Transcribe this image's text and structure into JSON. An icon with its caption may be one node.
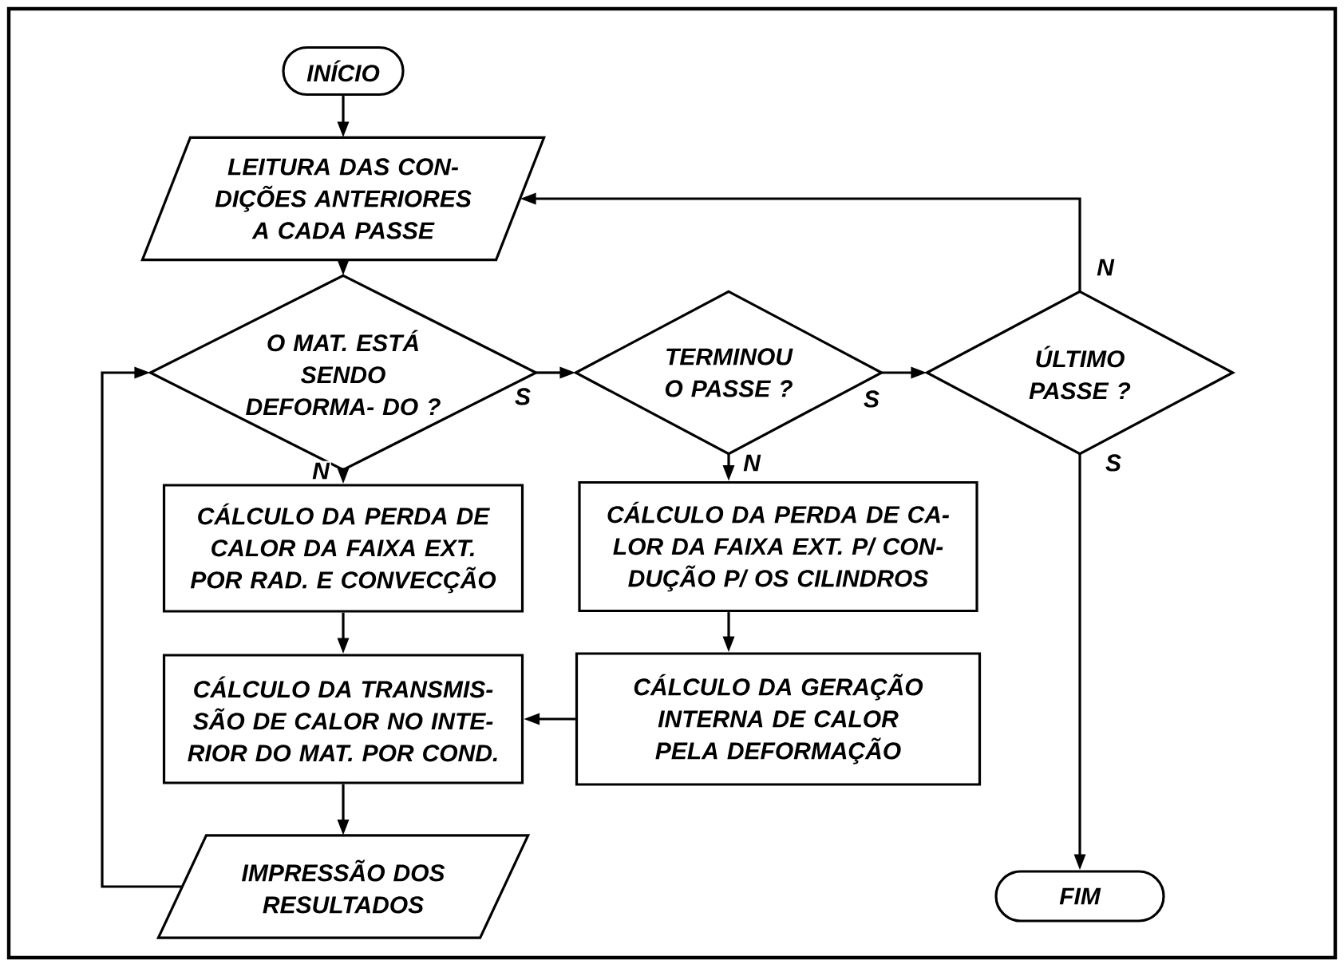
{
  "diagram": {
    "nodes": [
      {
        "text": [
          "INÍCIO"
        ]
      },
      {
        "text": [
          "LEITURA DAS CON- DIÇÕES ANTERIORES A CADA PASSE"
        ]
      },
      {
        "text": [
          "O MAT. ESTÁ SENDO DEFORMA- DO ?"
        ]
      },
      {
        "text": [
          "TERMINOU O PASSE ?"
        ]
      },
      {
        "text": [
          "ÚLTIMO PASSE ?"
        ]
      },
      {
        "text": [
          "CÁLCULO DA PERDA DE CALOR DA FAIXA EXT. POR RAD. E CONVECÇÃO"
        ]
      },
      {
        "text": [
          "CÁLCULO DA PERDA DE CA- LOR DA FAIXA EXT. P/ CON- DUÇÃO P/ OS CILINDROS"
        ]
      },
      {
        "text": [
          "CÁLCULO DA TRANSMIS- SÃO DE CALOR NO INTE- RIOR DO MAT. POR COND."
        ]
      },
      {
        "text": [
          "CÁLCULO DA GERAÇÃO INTERNA DE CALOR PELA DEFORMAÇÃO"
        ]
      },
      {
        "text": [
          "IMPRESSÃO DOS RESULTADOS"
        ]
      },
      {
        "text": [
          "FIM"
        ]
      }
    ],
    "edges": [
      {
        "from": 0,
        "to": 1,
        "arrow": "to"
      },
      {
        "from": 1,
        "to": 2,
        "arrow": "to"
      },
      {
        "from": 2,
        "to": 3,
        "arrow": "to",
        "label": "S"
      },
      {
        "from": 2,
        "to": 5,
        "arrow": "to",
        "label": "N"
      },
      {
        "from": 3,
        "to": 4,
        "arrow": "to",
        "label": "S"
      },
      {
        "from": 3,
        "to": 6,
        "arrow": "to",
        "label": "N"
      },
      {
        "from": 4,
        "to": 1,
        "arrow": "to",
        "label": "N"
      },
      {
        "from": 4,
        "to": 10,
        "arrow": "to",
        "label": "S"
      },
      {
        "from": 5,
        "to": 7,
        "arrow": "to"
      },
      {
        "from": 6,
        "to": 8,
        "arrow": "to"
      },
      {
        "from": 8,
        "to": 7,
        "arrow": "to"
      },
      {
        "from": 7,
        "to": 9,
        "arrow": "to"
      },
      {
        "from": 9,
        "to": 2,
        "arrow": "to"
      }
    ]
  }
}
